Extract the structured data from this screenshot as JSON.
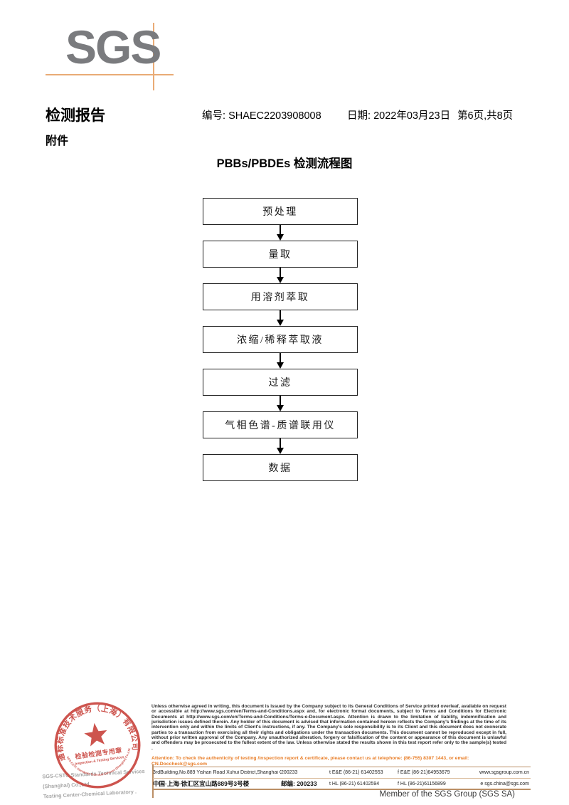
{
  "document": {
    "logo_text": "SGS",
    "report_title": "检测报告",
    "report_no_label": "编号: ",
    "report_no": "SHAEC2203908008",
    "date_label": "日期: ",
    "date_value": "2022年03月23日",
    "page_indicator": "第6页,共8页",
    "attachment_label": "附件"
  },
  "flowchart": {
    "title": "PBBs/PBDEs 检测流程图",
    "steps": [
      "预处理",
      "量取",
      "用溶剂萃取",
      "浓缩/稀释萃取液",
      "过滤",
      "气相色谱-质谱联用仪",
      "数据"
    ]
  },
  "stamp": {
    "arc_top": "通标标准技术服务（上海）有限公司",
    "arc_bottom": "SGS-CSTC Standards Technical Services (Shanghai) Co.,Ltd.",
    "center_line1": "检验检测专用章",
    "center_line2": "Inspection & Testing Services"
  },
  "company": {
    "line1": "SGS-CSTC Standards Technical Services (Shanghai) Co.,Ltd.",
    "line2": "Testing Center-Chemical Laboratory ."
  },
  "footer": {
    "legal_text": "Unless otherwise agreed in writing, this document is issued by the Company subject to its General Conditions of Service printed overleaf, available on request or accessible at http://www.sgs.com/en/Terms-and-Conditions.aspx and, for electronic format documents, subject to Terms and Conditions for Electronic Documents at http://www.sgs.com/en/Terms-and-Conditions/Terms-e-Document.aspx. Attention is drawn to the limitation of liability, indemnification and jurisdiction issues defined therein. Any holder of this document is advised that information contained hereon reflects the Company's findings at the time of its intervention only and within the limits of Client's instructions, if any. The Company's sole responsibility is to its Client and this document does not exonerate parties to a transaction from exercising all their rights and obligations under the transaction documents. This document cannot be reproduced except in full, without prior written approval of the Company. Any unauthorized alteration, forgery or falsification of the content or appearance of this document is unlawful and offenders may be prosecuted to the fullest extent of the law. Unless otherwise stated the results shown in this test report refer only to the sample(s) tested .",
    "attention_text": "Attention: To check the authenticity of testing /inspection report & certificate, please contact us at telephone: (86-755) 8307 1443, or email: CN.Doccheck@sgs.com",
    "address_en": "3rdBuilding,No.889 Yishan Road Xuhui District,Shanghai China",
    "postcode_en": "200233",
    "phone_en": "t E&E (86-21) 61402553",
    "fax_en": "f E&E (86-21)64953679",
    "website": "www.sgsgroup.com.cn",
    "address_cn": "中国·上海·徐汇区宜山路889号3号楼",
    "postcode_cn": "邮编: 200233",
    "phone_cn": "t HL (86-21) 61402594",
    "fax_cn": "f HL (86-21)61156899",
    "email": "e sgs.china@sgs.com",
    "member_text": "Member of the SGS Group (SGS SA)"
  },
  "colors": {
    "stamp_red": "#c8423b",
    "attention_orange": "#e87d27",
    "rule_tan": "#bb8f66",
    "logo_gray": "#7a7b7e",
    "logo_line": "#e9ab76"
  }
}
